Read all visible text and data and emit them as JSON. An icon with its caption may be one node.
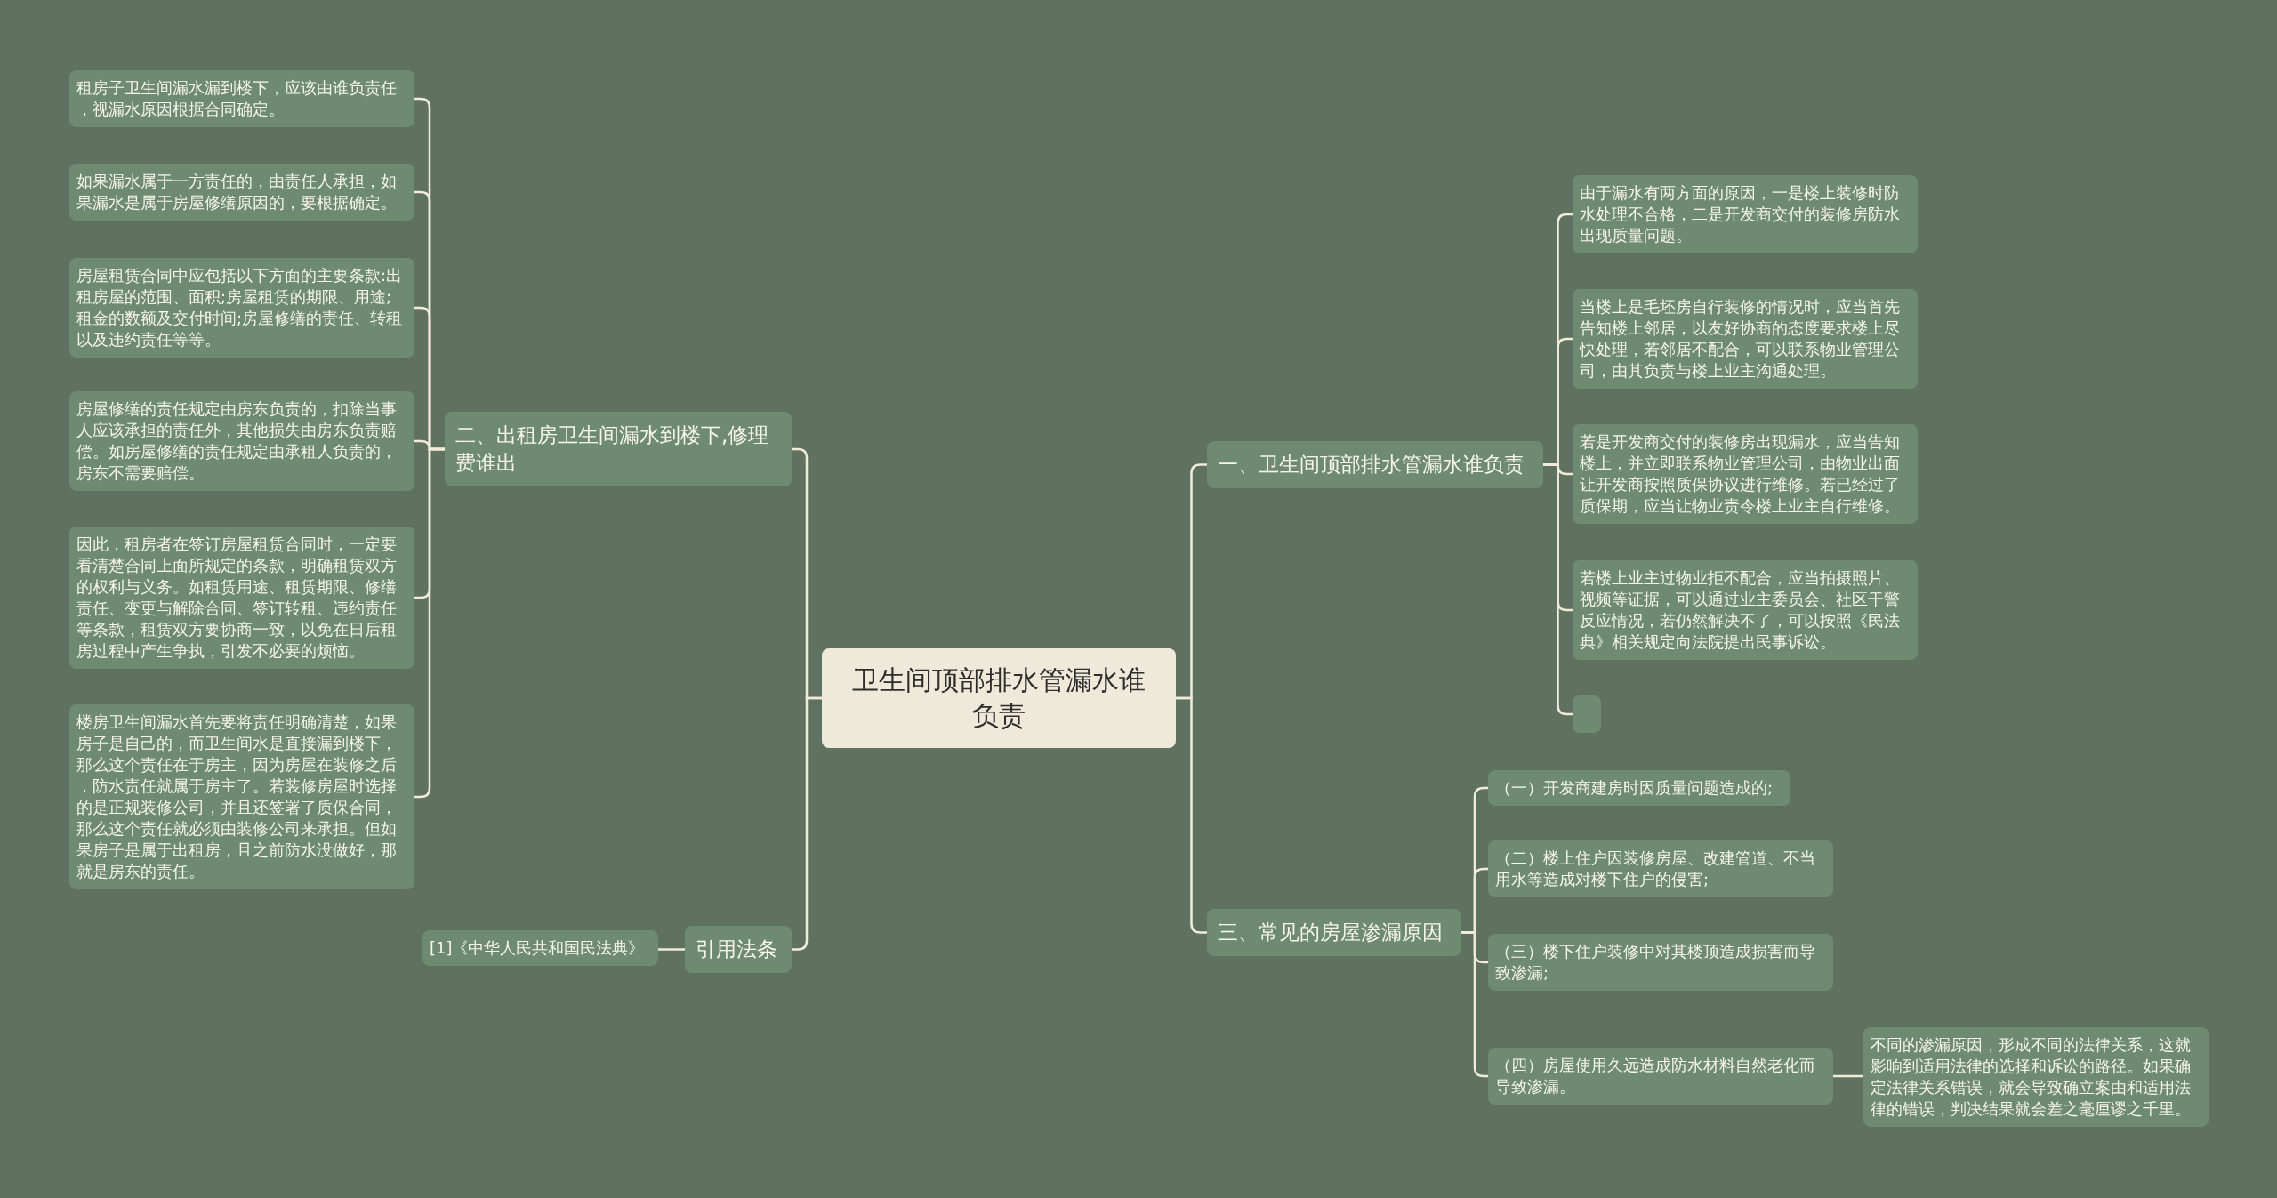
{
  "diagram": {
    "nodes": [
      {
        "text": [
          "卫生间顶部排水管漏水谁负责"
        ]
      },
      {
        "text": [
          "二、出租房卫生间漏水到楼下,修理费谁出"
        ]
      },
      {
        "text": [
          "租房子卫生间漏水漏到楼下，应该由谁负责任，视漏水原因根据合同确定。"
        ]
      },
      {
        "text": [
          "如果漏水属于一方责任的，由责任人承担，如果漏水是属于房屋修缮原因的，要根据确定。"
        ]
      },
      {
        "text": [
          "房屋租赁合同中应包括以下方面的主要条款:出租房屋的范围、面积;房屋租赁的期限、用途;租金的数额及交付时间;房屋修缮的责任、转租以及违约责任等等。"
        ]
      },
      {
        "text": [
          "房屋修缮的责任规定由房东负责的，扣除当事人应该承担的责任外，其他损失由房东负责赔偿。如房屋修缮的责任规定由承租人负责的，房东不需要赔偿。"
        ]
      },
      {
        "text": [
          "因此，租房者在签订房屋租赁合同时，一定要看清楚合同上面所规定的条款，明确租赁双方的权利与义务。如租赁用途、租赁期限、修缮责任、变更与解除合同、签订转租、违约责任等条款，租赁双方要协商一致，以免在日后租房过程中产生争执，引发不必要的烦恼。"
        ]
      },
      {
        "text": [
          "楼房卫生间漏水首先要将责任明确清楚，如果房子是自己的，而卫生间水是直接漏到楼下，那么这个责任在于房主，因为房屋在装修之后，防水责任就属于房主了。若装修房屋时选择的是正规装修公司，并且还签署了质保合同，那么这个责任就必须由装修公司来承担。但如果房子是属于出租房，且之前防水没做好，那就是房东的责任。"
        ]
      },
      {
        "text": [
          "引用法条"
        ]
      },
      {
        "text": [
          "[1]《中华人民共和国民法典》"
        ]
      },
      {
        "text": [
          "一、卫生间顶部排水管漏水谁负责"
        ]
      },
      {
        "text": [
          "由于漏水有两方面的原因，一是楼上装修时防水处理不合格，二是开发商交付的装修房防水出现质量问题。"
        ]
      },
      {
        "text": [
          "当楼上是毛坯房自行装修的情况时，应当首先告知楼上邻居，以友好协商的态度要求楼上尽快处理，若邻居不配合，可以联系物业管理公司，由其负责与楼上业主沟通处理。"
        ]
      },
      {
        "text": [
          "若是开发商交付的装修房出现漏水，应当告知楼上，并立即联系物业管理公司，由物业出面让开发商按照质保协议进行维修。若已经过了质保期，应当让物业责令楼上业主自行维修。"
        ]
      },
      {
        "text": [
          "若楼上业主过物业拒不配合，应当拍摄照片、视频等证据，可以通过业主委员会、社区干警反应情况，若仍然解决不了，可以按照《民法典》相关规定向法院提出民事诉讼。"
        ]
      },
      {
        "text": [],
        "shape": "box"
      },
      {
        "text": [
          "三、常见的房屋渗漏原因"
        ]
      },
      {
        "text": [
          "（一）开发商建房时因质量问题造成的;"
        ]
      },
      {
        "text": [
          "（二）楼上住户因装修房屋、改建管道、不当用水等造成对楼下住户的侵害;"
        ]
      },
      {
        "text": [
          "（三）楼下住户装修中对其楼顶造成损害而导致渗漏;"
        ]
      },
      {
        "text": [
          "（四）房屋使用久远造成防水材料自然老化而导致渗漏。"
        ]
      },
      {
        "text": [
          "不同的渗漏原因，形成不同的法律关系，这就影响到适用法律的选择和诉讼的路径。如果确定法律关系错误，就会导致确立案由和适用法律的错误，判决结果就会差之毫厘谬之千里。"
        ]
      }
    ],
    "edges": [
      {
        "from": 0,
        "to": 1,
        "arrow": "none"
      },
      {
        "from": 1,
        "to": 2,
        "arrow": "none"
      },
      {
        "from": 1,
        "to": 3,
        "arrow": "none"
      },
      {
        "from": 1,
        "to": 4,
        "arrow": "none"
      },
      {
        "from": 1,
        "to": 5,
        "arrow": "none"
      },
      {
        "from": 1,
        "to": 6,
        "arrow": "none"
      },
      {
        "from": 1,
        "to": 7,
        "arrow": "none"
      },
      {
        "from": 0,
        "to": 8,
        "arrow": "none"
      },
      {
        "from": 8,
        "to": 9,
        "arrow": "none"
      },
      {
        "from": 0,
        "to": 10,
        "arrow": "none"
      },
      {
        "from": 10,
        "to": 11,
        "arrow": "none"
      },
      {
        "from": 10,
        "to": 12,
        "arrow": "none"
      },
      {
        "from": 10,
        "to": 13,
        "arrow": "none"
      },
      {
        "from": 10,
        "to": 14,
        "arrow": "none"
      },
      {
        "from": 10,
        "to": 15,
        "arrow": "none"
      },
      {
        "from": 0,
        "to": 16,
        "arrow": "none"
      },
      {
        "from": 16,
        "to": 17,
        "arrow": "none"
      },
      {
        "from": 16,
        "to": 18,
        "arrow": "none"
      },
      {
        "from": 16,
        "to": 19,
        "arrow": "none"
      },
      {
        "from": 16,
        "to": 20,
        "arrow": "none"
      },
      {
        "from": 20,
        "to": 21,
        "arrow": "none"
      }
    ]
  }
}
